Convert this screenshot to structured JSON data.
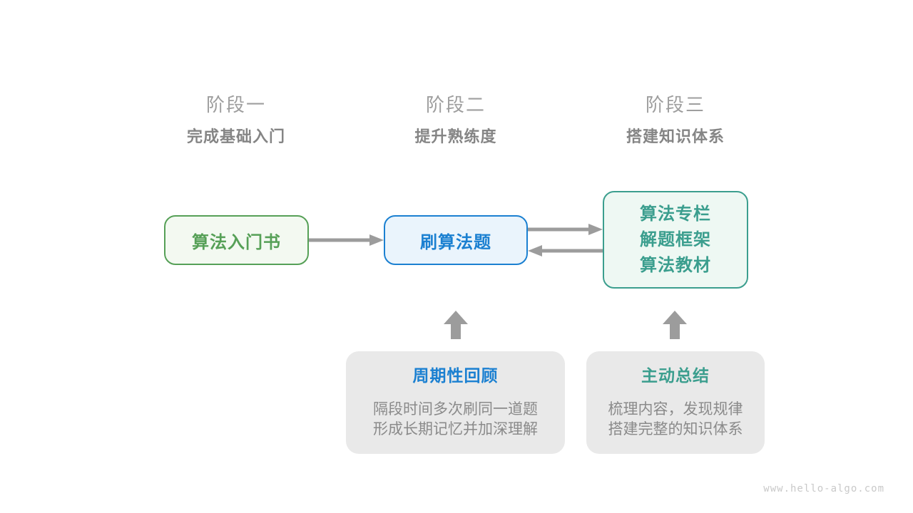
{
  "stages": [
    {
      "label": "阶段一",
      "subtitle": "完成基础入门"
    },
    {
      "label": "阶段二",
      "subtitle": "提升熟练度"
    },
    {
      "label": "阶段三",
      "subtitle": "搭建知识体系"
    }
  ],
  "nodes": {
    "intro_book": {
      "label": "算法入门书"
    },
    "practice": {
      "label": "刷算法题"
    },
    "knowledge": {
      "lines": [
        "算法专栏",
        "解题框架",
        "算法教材"
      ]
    }
  },
  "arrows": [
    {
      "name": "stage1-to-stage2",
      "direction": "right"
    },
    {
      "name": "stage2-to-stage3",
      "direction": "right"
    },
    {
      "name": "stage3-to-stage2",
      "direction": "left"
    },
    {
      "name": "review-up",
      "direction": "up"
    },
    {
      "name": "summary-up",
      "direction": "up"
    }
  ],
  "callouts": [
    {
      "title": "周期性回顾",
      "body_lines": [
        "隔段时间多次刷同一道题",
        "形成长期记忆并加深理解"
      ],
      "accent": "blue"
    },
    {
      "title": "主动总结",
      "body_lines": [
        "梳理内容，发现规律",
        "搭建完整的知识体系"
      ],
      "accent": "teal"
    }
  ],
  "watermark": "www.hello-algo.com",
  "colors": {
    "green_accent": "#56a057",
    "green_fill": "#f3f9f1",
    "blue_accent": "#1b80d1",
    "blue_fill": "#eaf4fc",
    "teal_accent": "#3b9e8e",
    "teal_fill": "#eef8f3",
    "callout_fill": "#e9e9e9",
    "stage_label_color": "#9e9e9e",
    "stage_subtitle_color": "#858585",
    "body_text_color": "#8a8a8a",
    "arrow_color": "#9c9c9c",
    "watermark_color": "#c9c9c9"
  }
}
